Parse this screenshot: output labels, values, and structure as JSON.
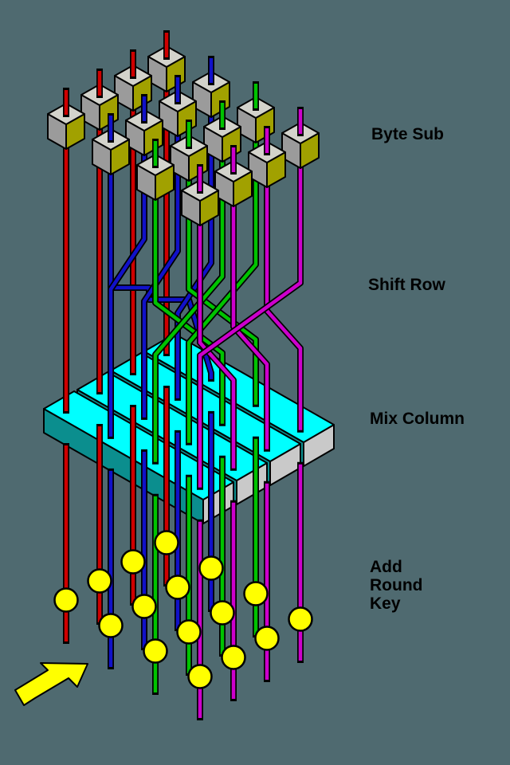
{
  "stage_labels": {
    "byte_sub": "Byte Sub",
    "shift_row": "Shift Row",
    "mix_column": "Mix Column",
    "add_round_key": "Add\nRound\nKey"
  },
  "diagram": {
    "state_rows": 4,
    "state_cols": 4,
    "row_colors": [
      "#cf0000",
      "#1111c9",
      "#00c300",
      "#cc00cc"
    ],
    "row_shifts": [
      0,
      1,
      2,
      3
    ],
    "sbox_count": 16,
    "mix_column_bar_count": 4,
    "round_key_circle_count": 16,
    "background": "#4f6a70",
    "outline": "#000000",
    "label_color": "#000000",
    "cube": {
      "top": "#d3d3cb",
      "left": "#9b9b9b",
      "right": "#a1a100"
    },
    "bar": {
      "top": "#00ffff",
      "front": "#0b8e8e",
      "cap": "#c9c9c9"
    },
    "key_circle": "#ffff00",
    "arrow": "#ffff00"
  }
}
